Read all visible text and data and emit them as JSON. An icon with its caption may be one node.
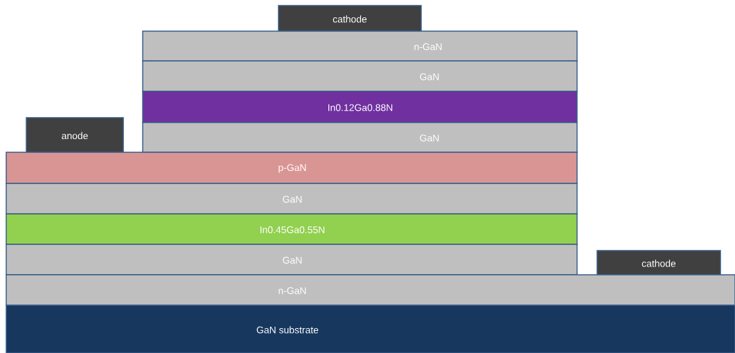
{
  "diagram": {
    "nodes": [
      {
        "text": [
          "cathode"
        ]
      },
      {
        "text": [
          "n-GaN"
        ]
      },
      {
        "text": [
          "GaN"
        ]
      },
      {
        "text": [
          "In0.12Ga0.88N"
        ]
      },
      {
        "text": [
          "anode"
        ]
      },
      {
        "text": [
          "GaN"
        ]
      },
      {
        "text": [
          "p-GaN"
        ]
      },
      {
        "text": [
          "GaN"
        ]
      },
      {
        "text": [
          "In0.45Ga0.55N"
        ]
      },
      {
        "text": [
          "GaN"
        ]
      },
      {
        "text": [
          "cathode"
        ]
      },
      {
        "text": [
          "n-GaN"
        ]
      },
      {
        "text": [
          "GaN substrate"
        ]
      }
    ]
  }
}
